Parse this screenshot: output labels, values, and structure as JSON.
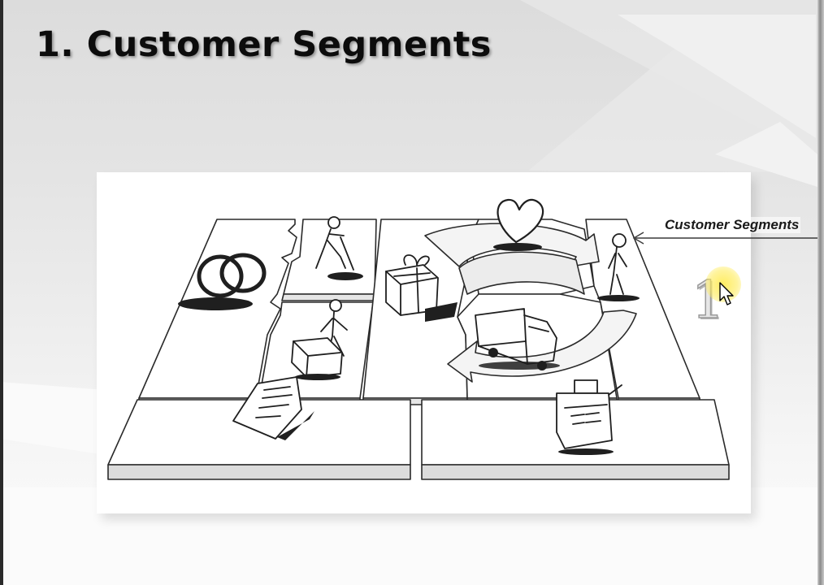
{
  "slide": {
    "title": "1. Customer Segments"
  },
  "canvas": {
    "callout_label": "Customer Segments",
    "segment_number": "1",
    "icons": [
      "rings-icon",
      "worker-digging-icon",
      "worker-packing-icon",
      "gift-icon",
      "heart-icon",
      "delivery-truck-icon",
      "customer-person-icon",
      "contract-document-icon",
      "cash-register-icon"
    ]
  },
  "colors": {
    "highlight": "#ffec5a",
    "panel": "#ffffff",
    "title": "#0c0c0c"
  }
}
